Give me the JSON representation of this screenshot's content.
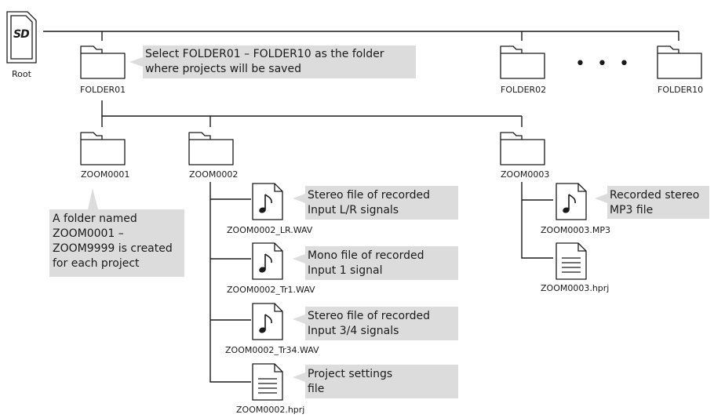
{
  "root": {
    "label": "Root",
    "card_text": "SD"
  },
  "folders": {
    "f01": "FOLDER01",
    "f02": "FOLDER02",
    "f10": "FOLDER10",
    "ellipsis": "• • •"
  },
  "projects": {
    "p1": "ZOOM0001",
    "p2": "ZOOM0002",
    "p3": "ZOOM0003"
  },
  "files": {
    "lr": "ZOOM0002_LR.WAV",
    "tr1": "ZOOM0002_Tr1.WAV",
    "tr34": "ZOOM0002_Tr34.WAV",
    "hprj2": "ZOOM0002.hprj",
    "mp3": "ZOOM0003.MP3",
    "hprj3": "ZOOM0003.hprj"
  },
  "callouts": {
    "folder": "Select FOLDER01 – FOLDER10 as the folder\nwhere projects will be saved",
    "project": "A folder named\nZOOM0001 –\nZOOM9999 is created\nfor each project",
    "lr": "Stereo file of recorded\nInput L/R signals",
    "tr1": "Mono file of recorded\nInput 1 signal",
    "tr34": "Stereo file of recorded\nInput 3/4 signals",
    "hprj": "Project settings\nfile",
    "mp3": "Recorded stereo\nMP3 file"
  },
  "colors": {
    "line": "#1a1a1a",
    "callout_bg": "#dcdcdc"
  }
}
